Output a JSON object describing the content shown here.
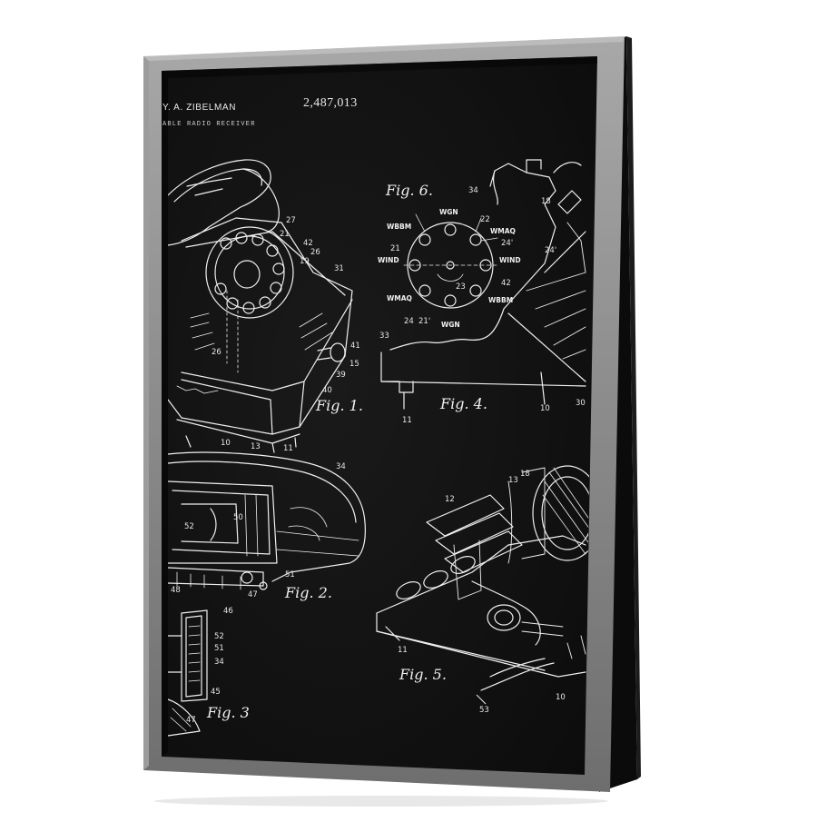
{
  "colors": {
    "background": "#ffffff",
    "frame_outer": "#8a8a8a",
    "frame_side": "#0b0b0b",
    "canvas": "#111111",
    "ink": "#f2f2f2"
  },
  "header": {
    "inventor": "Y. A. ZIBELMAN",
    "patent_number": "2,487,013",
    "subtitle": "ABLE RADIO RECEIVER"
  },
  "figures": [
    {
      "key": "fig1",
      "label": "Fig. 1."
    },
    {
      "key": "fig2",
      "label": "Fig. 2."
    },
    {
      "key": "fig3",
      "label": "Fig. 3"
    },
    {
      "key": "fig4",
      "label": "Fig. 4."
    },
    {
      "key": "fig5",
      "label": "Fig. 5."
    },
    {
      "key": "fig6",
      "label": "Fig. 6."
    }
  ],
  "dial_stations": [
    "WGN",
    "WBBM",
    "WMAQ",
    "WIND",
    "WIND",
    "WMAQ",
    "WBBM",
    "WGN"
  ],
  "ref_numbers": [
    "27",
    "21",
    "42",
    "26",
    "19",
    "31",
    "41",
    "15",
    "39",
    "40",
    "26",
    "10",
    "13",
    "11",
    "34",
    "50",
    "52",
    "51",
    "48",
    "47",
    "46",
    "52",
    "51",
    "34",
    "45",
    "47",
    "34",
    "22",
    "24'",
    "21",
    "42",
    "23",
    "24",
    "21'",
    "18",
    "24'",
    "33",
    "11",
    "10",
    "30",
    "12",
    "13",
    "18",
    "11",
    "10",
    "53"
  ]
}
